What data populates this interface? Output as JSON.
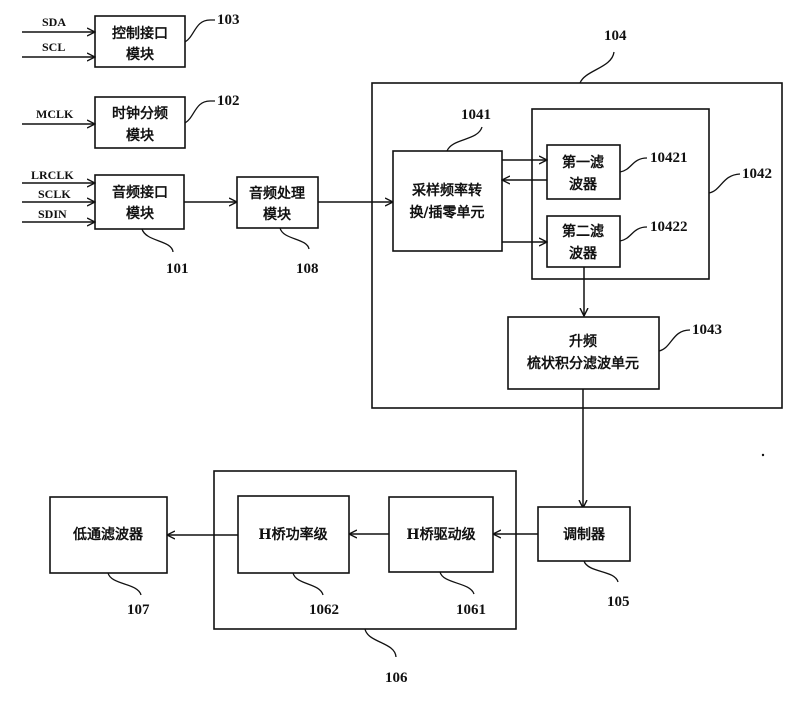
{
  "diagram": {
    "blocks": {
      "ctrl_if": {
        "ref": "103",
        "line1": "控制接口",
        "line2": "模块"
      },
      "clk_div": {
        "ref": "102",
        "line1": "时钟分频",
        "line2": "模块"
      },
      "audio_if": {
        "ref": "101",
        "line1": "音频接口",
        "line2": "模块"
      },
      "audio_proc": {
        "ref": "108",
        "line1": "音频处理",
        "line2": "模块"
      },
      "interp_group": {
        "ref": "104"
      },
      "src_unit": {
        "ref": "1041",
        "line1": "采样频率转",
        "line2": "换/插零单元"
      },
      "filter_group": {
        "ref": "1042"
      },
      "filter1": {
        "ref": "10421",
        "line1": "第一滤",
        "line2": "波器"
      },
      "filter2": {
        "ref": "10422",
        "line1": "第二滤",
        "line2": "波器"
      },
      "cic": {
        "ref": "1043",
        "line1": "升频",
        "line2": "梳状积分滤波单元"
      },
      "modulator": {
        "ref": "105",
        "label": "调制器"
      },
      "hbridge_group": {
        "ref": "106"
      },
      "hbridge_drive": {
        "ref": "1061",
        "label": "H桥驱动级"
      },
      "hbridge_power": {
        "ref": "1062",
        "label": "H桥功率级"
      },
      "lpf": {
        "ref": "107",
        "label": "低通滤波器"
      }
    },
    "signals": {
      "sda": "SDA",
      "scl": "SCL",
      "mclk": "MCLK",
      "lrclk": "LRCLK",
      "sclk": "SCLK",
      "sdin": "SDIN"
    }
  }
}
